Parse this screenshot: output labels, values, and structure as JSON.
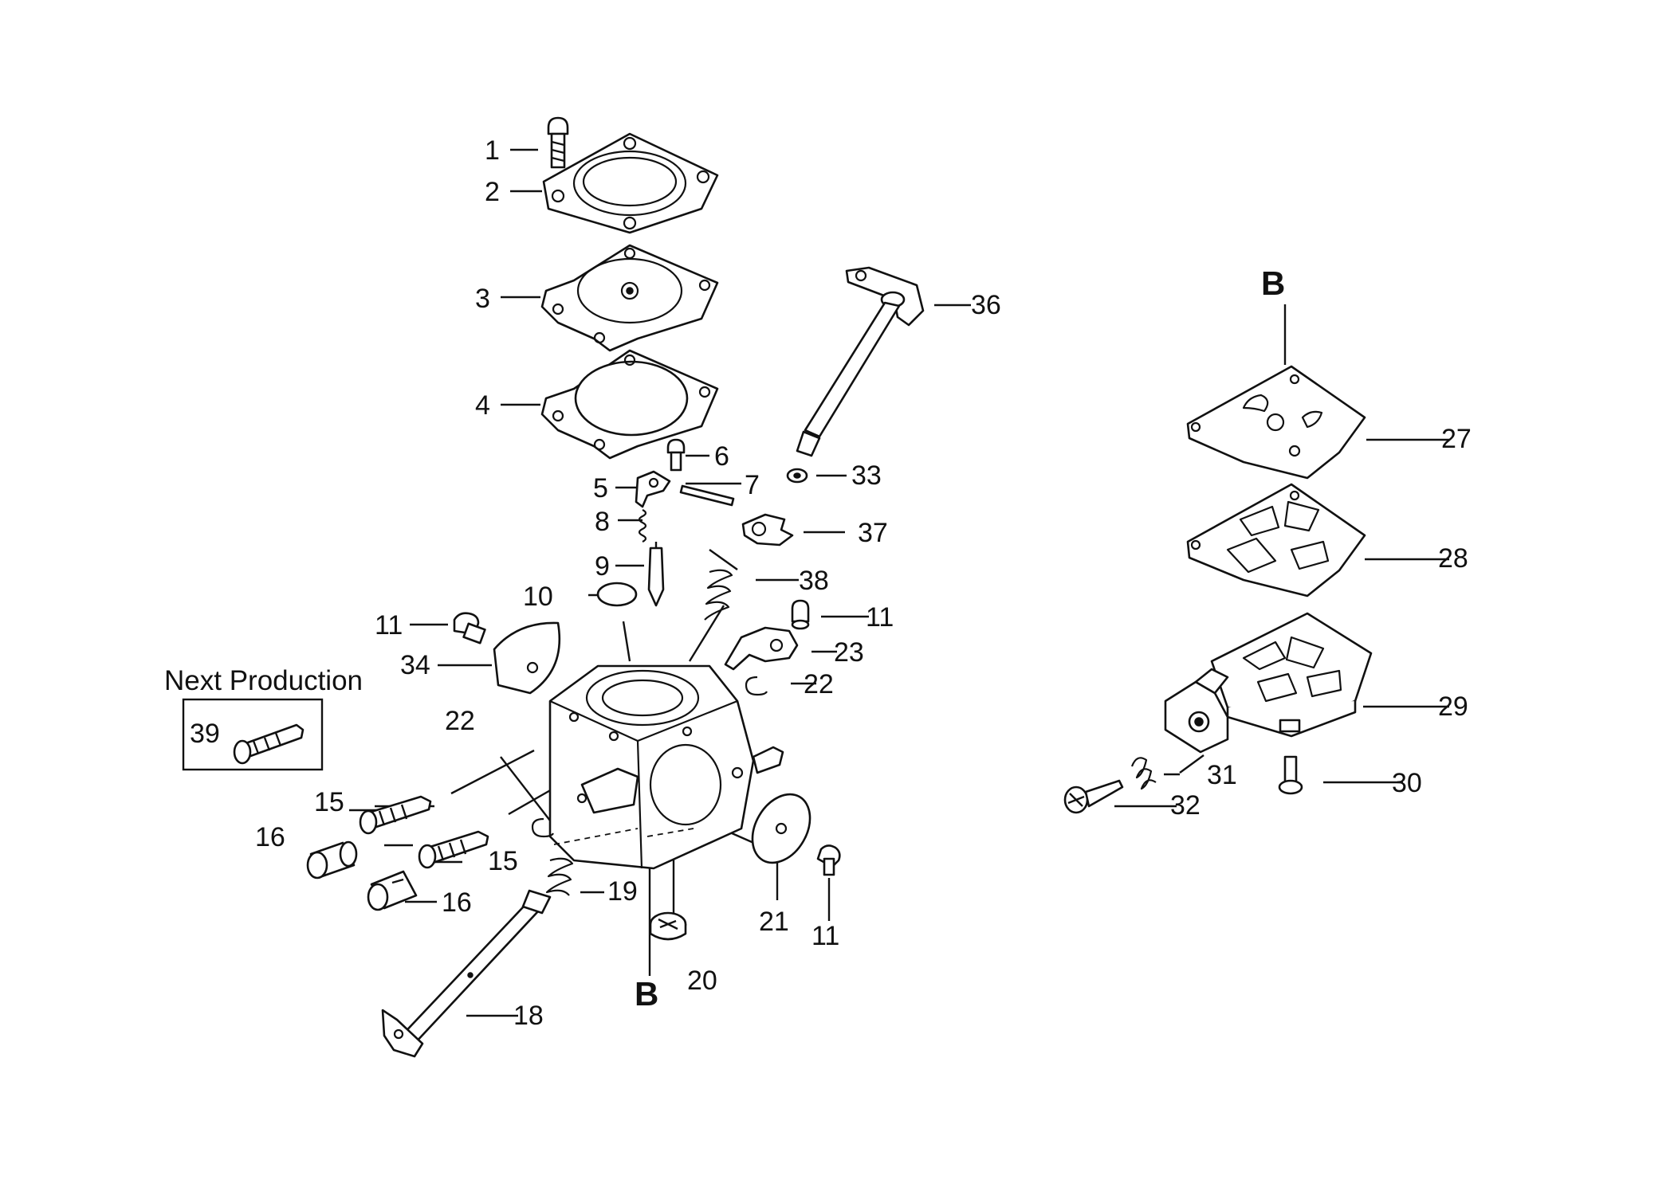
{
  "diagram": {
    "section_markers": {
      "left": "B",
      "right": "B"
    },
    "next_production": {
      "heading": "Next Production",
      "part_number": "39"
    },
    "callouts": [
      {
        "id": "c1",
        "text": "1"
      },
      {
        "id": "c2",
        "text": "2"
      },
      {
        "id": "c3",
        "text": "3"
      },
      {
        "id": "c4",
        "text": "4"
      },
      {
        "id": "c5",
        "text": "5"
      },
      {
        "id": "c6",
        "text": "6"
      },
      {
        "id": "c7",
        "text": "7"
      },
      {
        "id": "c8",
        "text": "8"
      },
      {
        "id": "c9",
        "text": "9"
      },
      {
        "id": "c10",
        "text": "10"
      },
      {
        "id": "c11a",
        "text": "11"
      },
      {
        "id": "c11b",
        "text": "11"
      },
      {
        "id": "c11c",
        "text": "11"
      },
      {
        "id": "c15a",
        "text": "15"
      },
      {
        "id": "c15b",
        "text": "15"
      },
      {
        "id": "c16a",
        "text": "16"
      },
      {
        "id": "c16b",
        "text": "16"
      },
      {
        "id": "c18",
        "text": "18"
      },
      {
        "id": "c19",
        "text": "19"
      },
      {
        "id": "c20",
        "text": "20"
      },
      {
        "id": "c21",
        "text": "21"
      },
      {
        "id": "c22a",
        "text": "22"
      },
      {
        "id": "c22b",
        "text": "22"
      },
      {
        "id": "c23",
        "text": "23"
      },
      {
        "id": "c27",
        "text": "27"
      },
      {
        "id": "c28",
        "text": "28"
      },
      {
        "id": "c29",
        "text": "29"
      },
      {
        "id": "c30",
        "text": "30"
      },
      {
        "id": "c31",
        "text": "31"
      },
      {
        "id": "c32",
        "text": "32"
      },
      {
        "id": "c33",
        "text": "33"
      },
      {
        "id": "c34",
        "text": "34"
      },
      {
        "id": "c36",
        "text": "36"
      },
      {
        "id": "c37",
        "text": "37"
      },
      {
        "id": "c38",
        "text": "38"
      }
    ]
  }
}
